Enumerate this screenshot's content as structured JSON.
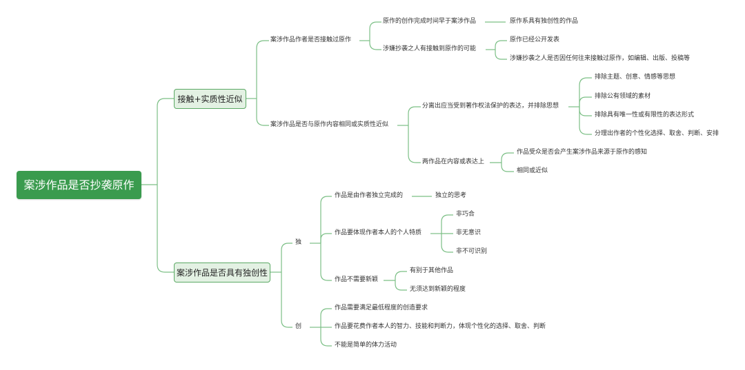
{
  "root": "案涉作品是否抄袭原作",
  "branches": {
    "contact": {
      "label": "接触+实质性近似",
      "q1": {
        "label": "案涉作品作者是否接触过原作",
        "a": {
          "label": "原作的创作完成时间早于案涉作品",
          "child": "原作系具有独创性的作品"
        },
        "b": {
          "label": "涉嫌抄袭之人有接触到原作的可能",
          "c1": "原作已经公开发表",
          "c2": "涉嫌抄袭之人是否因任何往来接触过原作，如编辑、出版、投稿等"
        }
      },
      "q2": {
        "label": "案涉作品是否与原作内容相同或实质性近似",
        "a": {
          "label": "分离出应当受到著作权法保护的表达，并排除思想",
          "c1": "排除主题、创意、情感等思想",
          "c2": "排除公有领域的素材",
          "c3": "排除具有唯一性或有限性的表达形式",
          "c4": "分理出作者的个性化选择、取舍、判断、安排"
        },
        "b": {
          "label": "两作品在内容或表达上",
          "c1": "作品受众是否会产生案涉作品来源于原作的感知",
          "c2": "相同或近似"
        }
      }
    },
    "originality": {
      "label": "案涉作品是否具有独创性",
      "du": {
        "label": "独",
        "a": {
          "label": "作品是由作者独立完成的",
          "child": "独立的思考"
        },
        "b": {
          "label": "作品要体现作者本人的个人特质",
          "c1": "非巧合",
          "c2": "非无意识",
          "c3": "非不可识别"
        },
        "c": {
          "label": "作品不需要新颖",
          "c1": "有别于其他作品",
          "c2": "无须达到新颖的程度"
        }
      },
      "chuang": {
        "label": "创",
        "c1": "作品需要满足最低程度的创造要求",
        "c2": "作品要花费作者本人的智力、技能和判断力，体现个性化的选择、取舍、判断",
        "c3": "不能是简单的体力活动"
      }
    }
  },
  "colors": {
    "line": "#7bbf85",
    "root_bg": "#3a9b4e",
    "main_bg": "#e3f1e3",
    "main_border": "#5aa863"
  }
}
